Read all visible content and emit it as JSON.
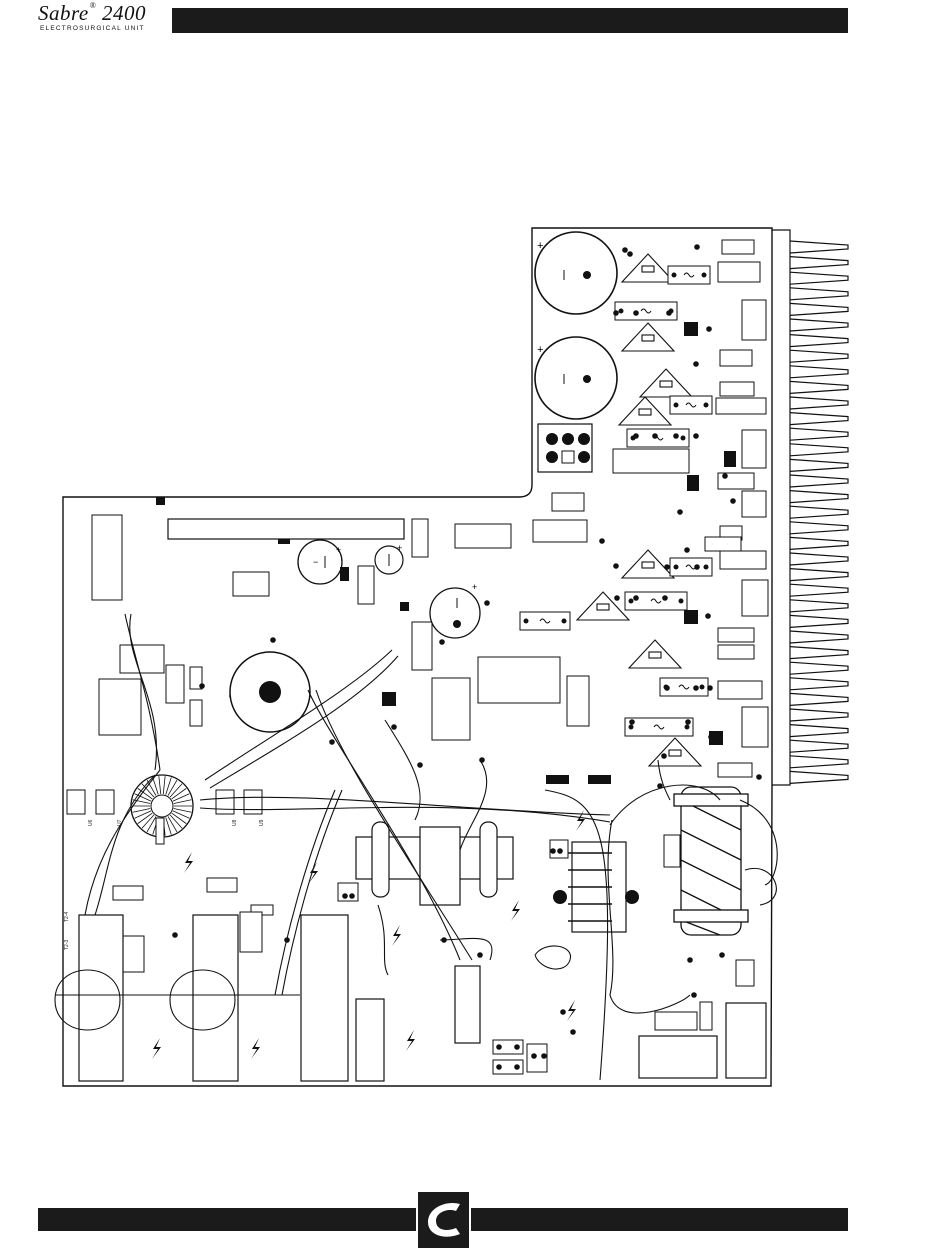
{
  "header": {
    "logo_word": "Sabre",
    "logo_mark": "®",
    "logo_model": "2400",
    "logo_subtitle": "ELECTROSURGICAL UNIT"
  },
  "diagram": {
    "polarity_plus": "+",
    "polarity_minus": "−",
    "label_t2_3": "T2-3",
    "label_t2_4": "T2-4",
    "label_u6": "U6",
    "label_u7": "U7",
    "label_u8": "U8",
    "label_u9": "U9"
  },
  "footer": {
    "logo_icon": "conmed-c-logo-icon"
  }
}
